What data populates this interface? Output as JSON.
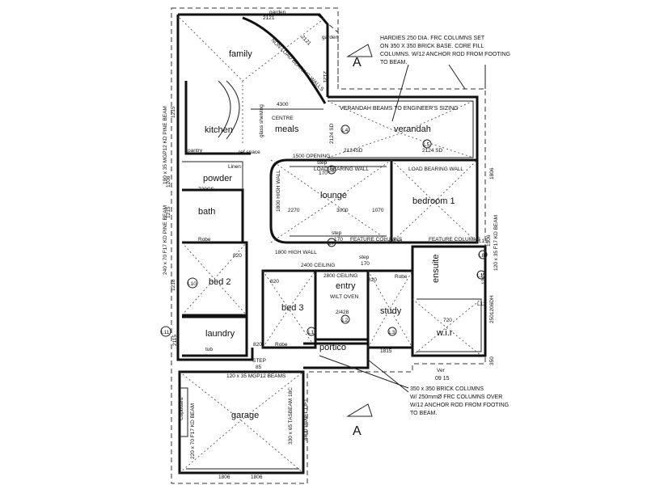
{
  "rooms": {
    "family": "family",
    "kitchen": "kitchen",
    "meals": "meals",
    "verandah": "verandah",
    "powder": "powder",
    "lounge": "lounge",
    "bedroom1": "bedroom 1",
    "bath": "bath",
    "bed2": "bed 2",
    "bed3": "bed 3",
    "entry": "entry",
    "study": "study",
    "ensuite": "ensuite",
    "wir": "w.i.r",
    "laundry": "laundry",
    "portico": "portico",
    "garage": "garage",
    "pantry": "pantry",
    "linen": "Linen",
    "robe": "Robe",
    "garden": "garden",
    "tub": "tub",
    "cupboard": "Cupboard"
  },
  "notes": {
    "frc_columns": [
      "HARDIES 250 DIA. FRC COLUMNS SET",
      "ON 350 X 350 BRICK BASE. CORE FILL",
      "COLUMNS. W/12 ANCHOR ROD FROM FOOTING",
      "TO BEAM."
    ],
    "verandah_beams": "VERANDAH BEAMS TO ENGINEER'S SIZING",
    "brick_columns": [
      "350 x 350 BRICK COLUMNS",
      "W/ 250mmØ FRC COLUMNS OVER",
      "W/12 ANCHOR ROD FROM FOOTING",
      "TO BEAM."
    ],
    "load_bearing_wall": "LOAD BEARING WALL",
    "load_bearing_walls": "NON-LOAD BEARING WALLS",
    "centre": "CENTRE",
    "opening": "1500 OPENING",
    "feature_columns": "FEATURE COLUMNS",
    "high_wall": "1800 HIGH WALL",
    "high_wall_v": "1800 HIGH WALL",
    "ceiling_2400": "2400 CEILING",
    "ceiling_2800": "2800 CEILING",
    "step": "step",
    "step_170": "170",
    "step85": "STEP",
    "step85_v": "85",
    "wilt_oven": "WILT OVEN",
    "glass_shelving": "glass shelving",
    "ref_space": "ref space",
    "section": "A",
    "ver_sig": "Ver",
    "rev": "09 15"
  },
  "beams": {
    "pine_top": "190 x 35 MGP12 KD PINE BEAM",
    "pine_left": "240 x 70 F17 KD PINE BEAM",
    "kd_right": "120 x 35 F17 KD BEAM",
    "garage_left": "220 x 70 F17 KD BEAM",
    "garage_mid": "120 x 35 MGP12 BEAMS",
    "tasbeam": "330 x 65 TASBEAM 18C",
    "panel_lift": "4800 PANEL LIFT"
  },
  "dims": {
    "d4300": "4300",
    "d2270": "2270",
    "d3000": "3000",
    "d1070": "1070",
    "d2121a": "2121",
    "d2121b": "2121",
    "d2121c": "2121",
    "d2124sd": "2124 SD",
    "d2124sd_b": "2124SD",
    "d2124sd_c": "2124 SD",
    "d1806a": "1806",
    "d1806b": "1806",
    "d1806r": "1806",
    "d1215": "1215",
    "d1215b": "1215",
    "d1206": "1206",
    "d1218": "1218",
    "d2115": "2115",
    "d820a": "820",
    "d820b": "820",
    "d820c": "820",
    "d820d": "820",
    "d820e": "820",
    "d720cs": "720CS",
    "d720": "720",
    "d1815": "1815",
    "d2428": "2/428",
    "d1506": "1506",
    "d1215c": "1215",
    "d2501206": "2501206DH",
    "d350": "350",
    "d1215top": "1215"
  },
  "labels": {
    "l1": "L1",
    "l2": "L2",
    "l3": "L3",
    "l4": "L4",
    "l5": "L5",
    "l6": "L6",
    "l7": "L7",
    "l8": "L8",
    "l10": "L10",
    "l11": "L11",
    "l12": "L12",
    "l13": "L13",
    "l15": "L15"
  }
}
